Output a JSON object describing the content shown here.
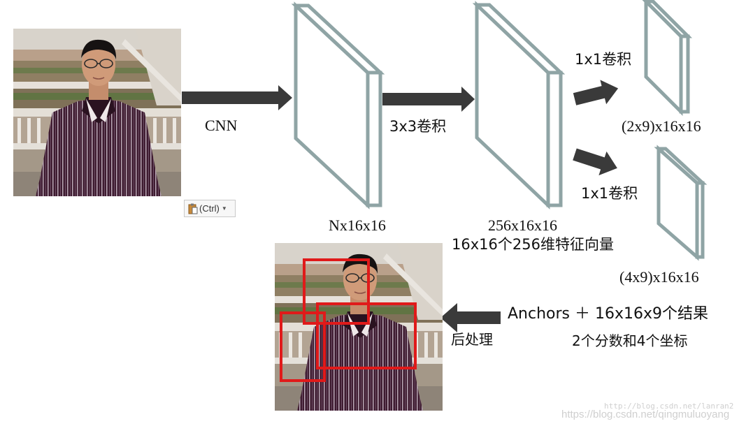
{
  "labels": {
    "cnn": "CNN",
    "conv3x3": "3x3卷积",
    "conv1x1_top": "1x1卷积",
    "conv1x1_bottom": "1x1卷积",
    "feature_map": "Nx16x16",
    "feature_256": "256x16x16",
    "feature_vectors": "16x16个256维特征向量",
    "cls_output": "(2x9)x16x16",
    "reg_output": "(4x9)x16x16",
    "anchors": "Anchors ＋ 16x16x9个结果",
    "scores": "2个分数和4个坐标",
    "postprocess": "后处理"
  },
  "paste_options": {
    "label": "(Ctrl)"
  },
  "watermark": {
    "line1": "http://blog.csdn.net/lanran2",
    "line2": "https://blog.csdn.net/qingmuluoyang"
  },
  "colors": {
    "block": "#8fa4a5",
    "arrow": "#3a3a3a",
    "bbox": "#e01a1a"
  },
  "icons": {
    "paste": "clipboard-icon",
    "dropdown": "chevron-down-icon"
  }
}
